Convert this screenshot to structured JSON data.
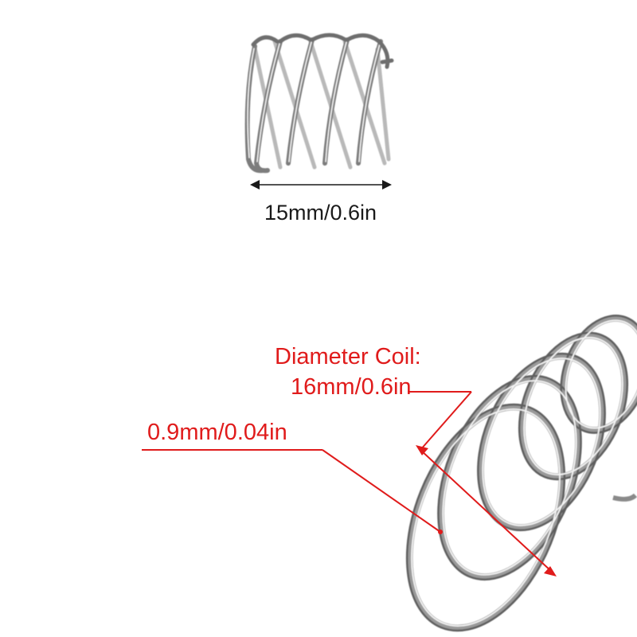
{
  "top_spring": {
    "width_label": "15mm/0.6in"
  },
  "bottom_spring": {
    "diameter_title": "Diameter Coil:",
    "diameter_value": "16mm/0.6in",
    "wire_label": "0.9mm/0.04in"
  },
  "colors": {
    "annotation": "#e01b1b",
    "wire": "#8a8a8a",
    "text": "#1a1a1a"
  }
}
